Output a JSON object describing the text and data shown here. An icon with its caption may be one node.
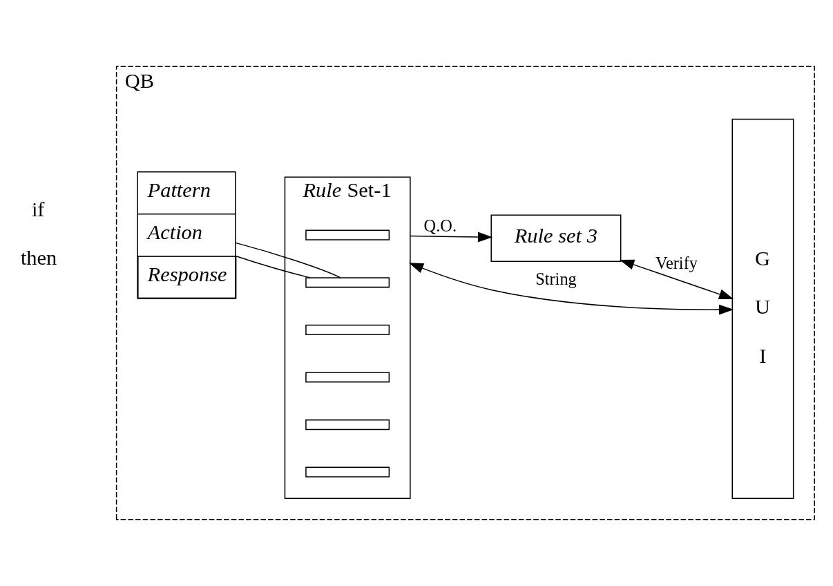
{
  "diagram": {
    "nodes": [
      {
        "text": [
          "QB"
        ]
      },
      {
        "text": [
          "Pattern",
          "Action",
          "Response"
        ],
        "in": 0
      },
      {
        "text": [
          "*Rule* Set-1"
        ],
        "in": 0
      },
      {
        "text": [],
        "shape": "bar",
        "in": 2
      },
      {
        "text": [],
        "shape": "bar",
        "in": 2
      },
      {
        "text": [],
        "shape": "bar",
        "in": 2
      },
      {
        "text": [],
        "shape": "bar",
        "in": 2
      },
      {
        "text": [],
        "shape": "bar",
        "in": 2
      },
      {
        "text": [],
        "shape": "bar",
        "in": 2
      },
      {
        "text": [
          "G U I"
        ],
        "in": 0
      },
      {
        "text": [
          "Rule set 3"
        ],
        "in": 0
      }
    ],
    "edges": [
      {
        "from": 4,
        "to": 1,
        "arrow": "none"
      },
      {
        "from": 4,
        "to": 1,
        "arrow": "none"
      },
      {
        "from": 2,
        "to": 9,
        "label": "String",
        "arrow": "both"
      },
      {
        "from": 2,
        "to": 10,
        "label": "Q.O.",
        "arrow": "to"
      },
      {
        "from": 10,
        "to": 9,
        "label": "Verify",
        "arrow": "both"
      }
    ],
    "labels": [
      "if",
      "then"
    ]
  }
}
